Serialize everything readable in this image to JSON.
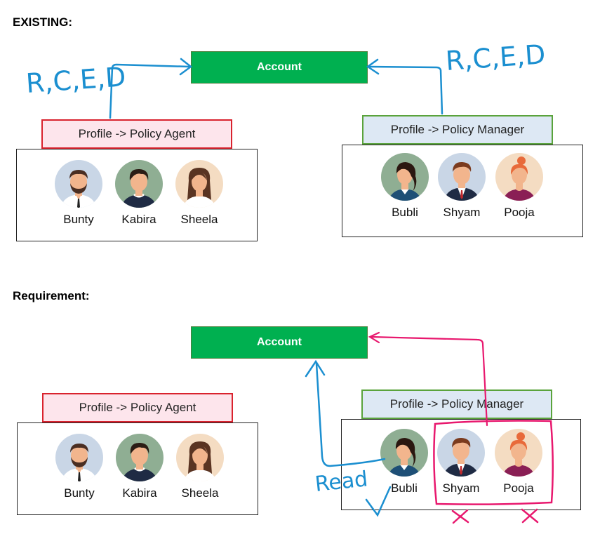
{
  "existing": {
    "heading": "EXISTING:",
    "account_label": "Account",
    "agent_profile_label": "Profile -> Policy Agent",
    "manager_profile_label": "Profile -> Policy Manager",
    "agent_permissions": "R,C,E,D",
    "manager_permissions": "R,C,E,D",
    "agents": [
      "Bunty",
      "Kabira",
      "Sheela"
    ],
    "managers": [
      "Bubli",
      "Shyam",
      "Pooja"
    ]
  },
  "requirement": {
    "heading": "Requirement:",
    "account_label": "Account",
    "agent_profile_label": "Profile -> Policy Agent",
    "manager_profile_label": "Profile -> Policy Manager",
    "read_annotation": "Read",
    "agents": [
      "Bunty",
      "Kabira",
      "Sheela"
    ],
    "managers": [
      "Bubli",
      "Shyam",
      "Pooja"
    ]
  },
  "colors": {
    "account_green": "#00b050",
    "agent_border_red": "#d9232e",
    "agent_fill_pink": "#fde5ec",
    "manager_border_green": "#5aa33c",
    "manager_fill_blue": "#dde8f4",
    "ink_blue": "#1b8fd0",
    "ink_magenta": "#e8186e"
  }
}
